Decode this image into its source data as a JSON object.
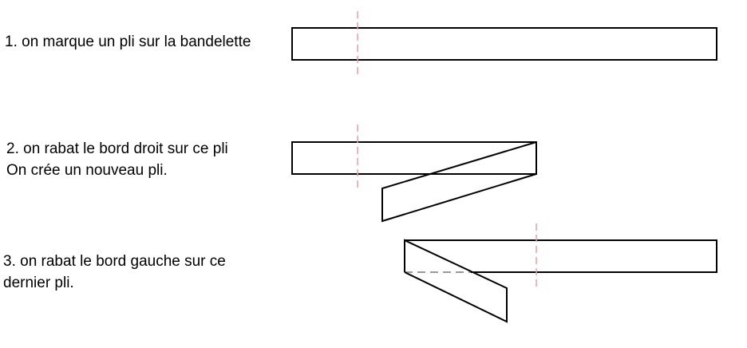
{
  "steps": [
    {
      "lines": [
        "1. on marque un pli sur la bandelette"
      ]
    },
    {
      "lines": [
        "2. on rabat le bord droit sur ce pli",
        "On crée un nouveau pli."
      ]
    },
    {
      "lines": [
        "3. on rabat le bord gauche sur ce",
        "dernier pli."
      ]
    }
  ],
  "colors": {
    "strip_outline": "#000000",
    "fold_mark": "#e8a0a0",
    "hidden_edge": "#999999",
    "text": "#000000",
    "background": "#ffffff"
  }
}
